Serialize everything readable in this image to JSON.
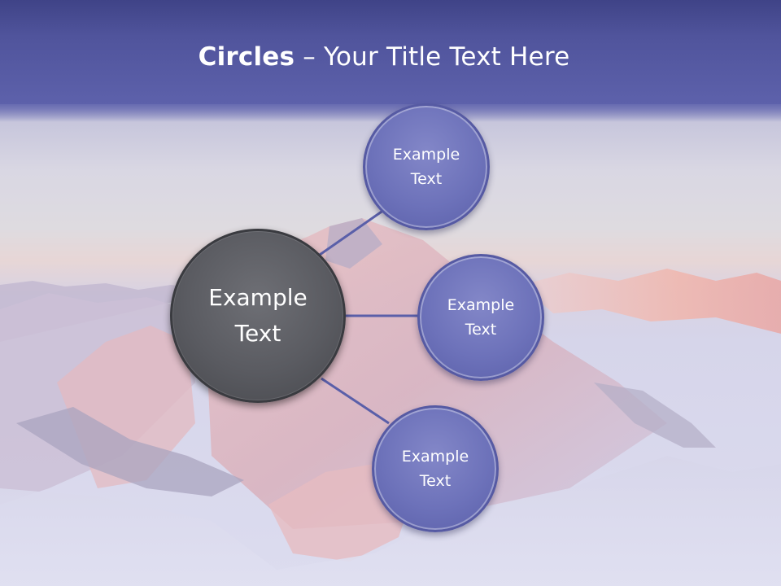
{
  "title": {
    "bold": "Circles",
    "rest": " – Your Title Text Here"
  },
  "diagram": {
    "center": {
      "line1": "Example",
      "line2": "Text"
    },
    "satellites": [
      {
        "line1": "Example",
        "line2": "Text"
      },
      {
        "line1": "Example",
        "line2": "Text"
      },
      {
        "line1": "Example",
        "line2": "Text"
      }
    ]
  },
  "colors": {
    "header": "#5a5ea8",
    "center_circle": "#5a5b61",
    "satellite_circle": "#6d72ba",
    "connector": "#5a5fa9",
    "text": "#ffffff"
  }
}
